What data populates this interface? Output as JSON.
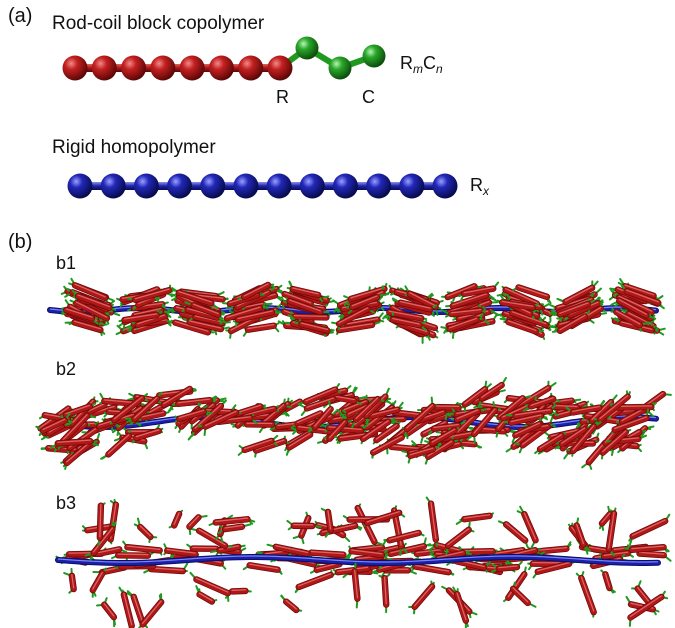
{
  "panels": {
    "a": {
      "label": "(a)",
      "rod_coil": {
        "title": "Rod-coil block copolymer",
        "rod_bead_label": "R",
        "coil_bead_label": "C",
        "formula": {
          "main1": "R",
          "sub1": "m",
          "main2": "C",
          "sub2": "n"
        },
        "rod_bead_count": 8,
        "coil_bead_count": 3
      },
      "homopolymer": {
        "title": "Rigid homopolymer",
        "formula": {
          "main": "R",
          "sub": "x"
        },
        "bead_count": 12
      }
    },
    "b": {
      "label": "(b)",
      "snapshots": [
        {
          "label": "b1"
        },
        {
          "label": "b2"
        },
        {
          "label": "b3"
        }
      ]
    }
  },
  "colors": {
    "rod": "#b01818",
    "coil": "#1f9a1f",
    "homopolymer": "#1a20a8"
  }
}
